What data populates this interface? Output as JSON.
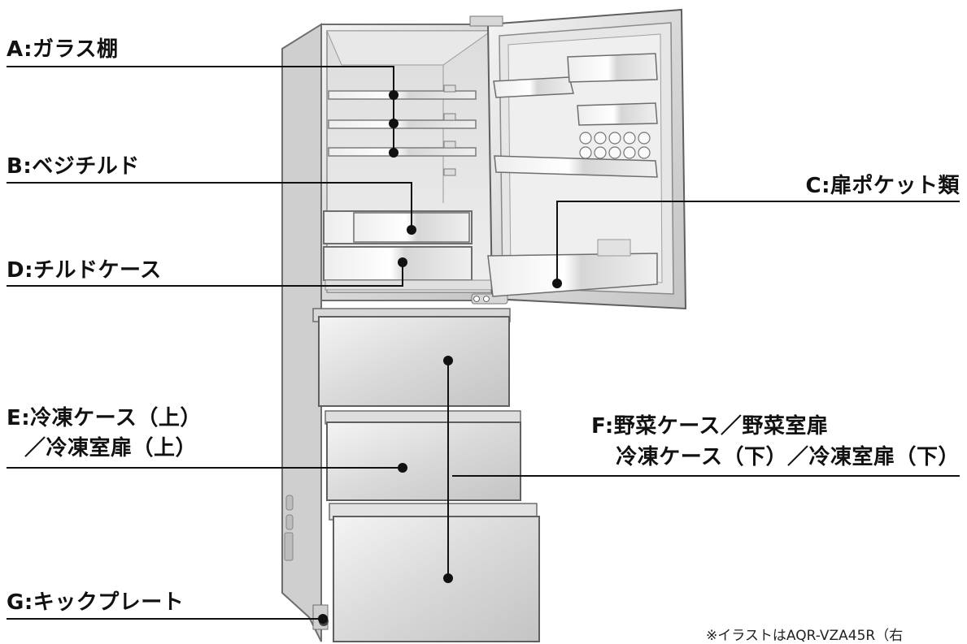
{
  "labels": {
    "a": "A:ガラス棚",
    "b": "B:ベジチルド",
    "c": "C:扉ポケット類",
    "d": "D:チルドケース",
    "e_line1": "E:冷凍ケース（上）",
    "e_line2": "／冷凍室扉（上）",
    "f_line1": "F:野菜ケース／野菜室扉",
    "f_line2": "冷凍ケース（下）／冷凍室扉（下）",
    "g": "G:キックプレート"
  },
  "note": "※イラストはAQR-VZA45R（右"
}
